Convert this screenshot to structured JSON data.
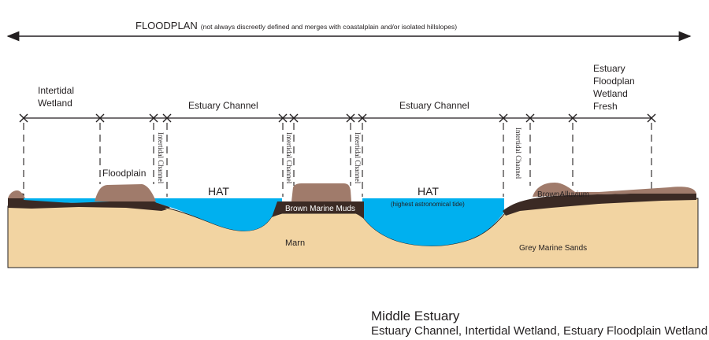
{
  "header": {
    "title": "FLOODPLAN",
    "note": "(not always discreetly defined and merges with coastalplain and/or isolated hillslopes)"
  },
  "zones": {
    "intertidal_wetland": [
      "Intertidal",
      "Wetland"
    ],
    "estuary_channel_left": "Estuary Channel",
    "estuary_channel_right": "Estuary Channel",
    "estuary_floodplain_wetland": [
      "Estuary",
      "Floodplan",
      "Wetland",
      "Fresh"
    ]
  },
  "vertical_labels": {
    "intertidal_channel": "Intertidal Channel"
  },
  "features": {
    "floodplain": "Floodplain",
    "hat_left": "HAT",
    "hat_right": "HAT",
    "hat_note": "(highest astronomical tide)",
    "brown_marine_muds": "Brown Marine Muds",
    "brown_alluvium": "BrownAlluvium",
    "marn": "Marn",
    "grey_marine_sands": "Grey Marine Sands"
  },
  "caption": {
    "title": "Middle Estuary",
    "subtitle": "Estuary Channel, Intertidal Wetland, Estuary Floodplain Wetland"
  },
  "colors": {
    "sand": "#f2d4a2",
    "mud": "#3b2a24",
    "alluvium": "#a07b6b",
    "water": "#00b0ef",
    "line": "#231f20"
  }
}
